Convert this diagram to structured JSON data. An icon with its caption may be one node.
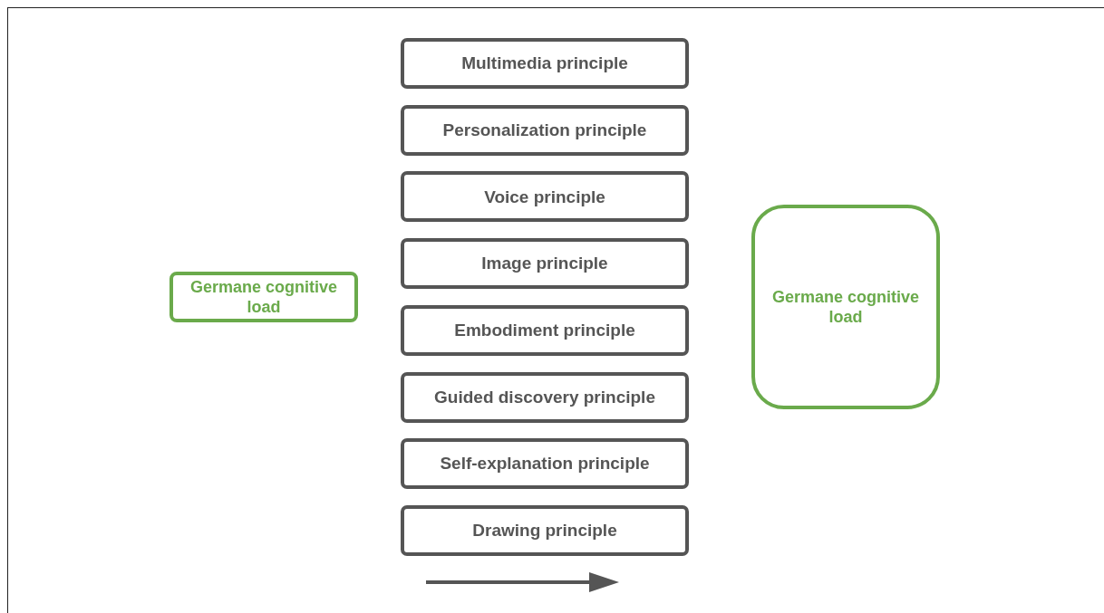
{
  "diagram": {
    "nodes": [
      {
        "text": [
          "Germane cognitive load"
        ]
      },
      {
        "text": [
          "Multimedia principle"
        ]
      },
      {
        "text": [
          "Personalization principle"
        ]
      },
      {
        "text": [
          "Voice principle"
        ]
      },
      {
        "text": [
          "Image principle"
        ]
      },
      {
        "text": [
          "Embodiment principle"
        ]
      },
      {
        "text": [
          "Guided discovery principle"
        ]
      },
      {
        "text": [
          "Self-explanation principle"
        ]
      },
      {
        "text": [
          "Drawing principle"
        ]
      },
      {
        "text": [
          "Germane cognitive load"
        ]
      }
    ]
  }
}
